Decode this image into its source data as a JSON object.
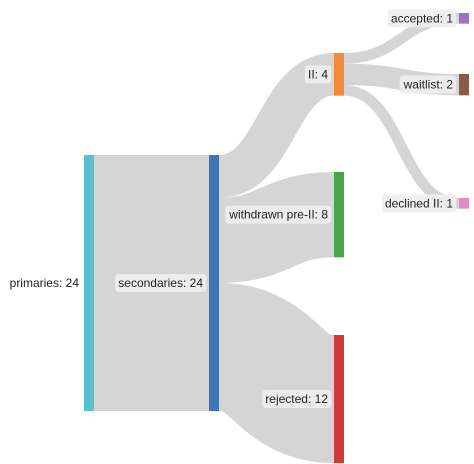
{
  "chart_data": {
    "type": "sankey",
    "title": "",
    "link_color": "#d3d3d3",
    "nodes": [
      {
        "id": "primaries",
        "name": "primaries",
        "value": 24,
        "color": "#5bc0d0"
      },
      {
        "id": "secondaries",
        "name": "secondaries",
        "value": 24,
        "color": "#3c74b5"
      },
      {
        "id": "ii",
        "name": "II",
        "value": 4,
        "color": "#ef8a3a"
      },
      {
        "id": "withdrawn",
        "name": "withdrawn pre-II",
        "value": 8,
        "color": "#4aa54a"
      },
      {
        "id": "rejected",
        "name": "rejected",
        "value": 12,
        "color": "#cf3a3a"
      },
      {
        "id": "accepted",
        "name": "accepted",
        "value": 1,
        "color": "#9b72c4"
      },
      {
        "id": "waitlist",
        "name": "waitlist",
        "value": 2,
        "color": "#8a5a48"
      },
      {
        "id": "declined",
        "name": "declined II",
        "value": 1,
        "color": "#e68ac4"
      }
    ],
    "links": [
      {
        "source": "primaries",
        "target": "secondaries",
        "value": 24
      },
      {
        "source": "secondaries",
        "target": "ii",
        "value": 4
      },
      {
        "source": "secondaries",
        "target": "withdrawn",
        "value": 8
      },
      {
        "source": "secondaries",
        "target": "rejected",
        "value": 12
      },
      {
        "source": "ii",
        "target": "accepted",
        "value": 1
      },
      {
        "source": "ii",
        "target": "waitlist",
        "value": 2
      },
      {
        "source": "ii",
        "target": "declined",
        "value": 1
      }
    ]
  }
}
